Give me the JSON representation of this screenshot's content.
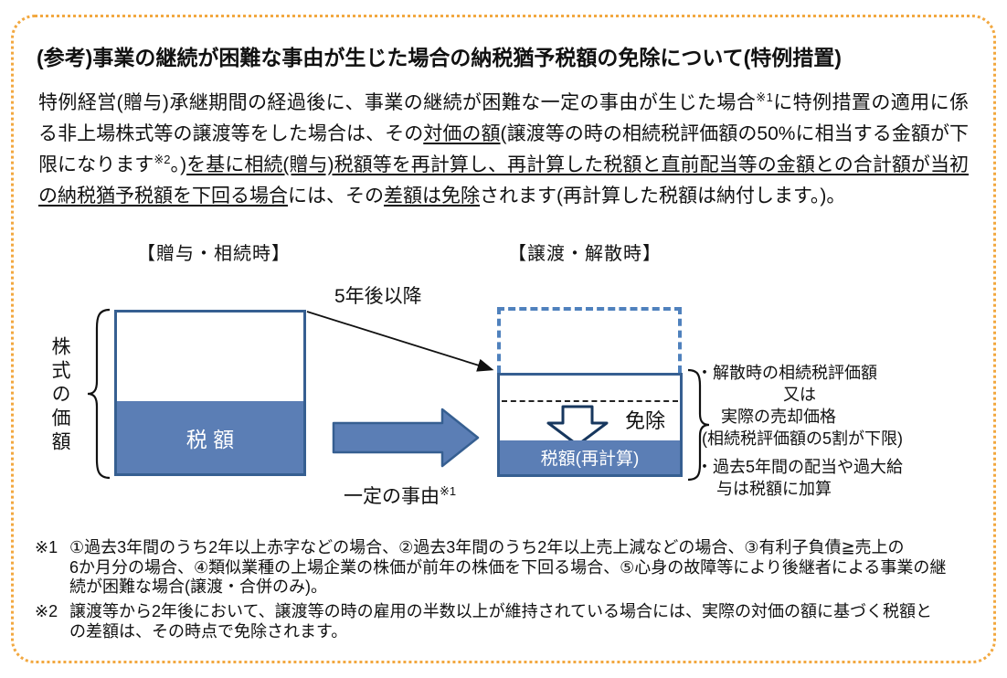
{
  "colors": {
    "accent_blue_fill": "#5B7EB5",
    "box_border_blue": "#365F91",
    "dashed_box_blue": "#4F81BD",
    "down_arrow_border": "#17375E",
    "dotted_frame_orange": "#F2A840",
    "text": "#111111"
  },
  "title": "(参考)事業の継続が困難な事由が生じた場合の納税猶予税額の免除について(特例措置)",
  "paragraph": {
    "segments": [
      " 特例経営(贈与)承継期間の経過後に、事業の継続が困難な一定の事由が生じた場合",
      "※1",
      "に特例措置の適用に係る非上場株式等の譲渡等をした場合は、その",
      "対価の額",
      "(譲渡等の時の相続税評価額の50%に相当する金額が下限になります",
      "※2",
      "。)",
      "を基に相続(贈与)税額等を再計算し、再計算した税額と直前配当等の金額との合計額が当初の納税猶予税額を下回る場合",
      "には、その",
      "差額は免除",
      "されます(再計算した税額は納付します。)。"
    ]
  },
  "diagram": {
    "left_header": "【贈与・相続時】",
    "right_header": "【譲渡・解散時】",
    "top_arrow_label": "5年後以降",
    "bottom_arrow_label": "一定の事由",
    "bottom_arrow_sup": "※1",
    "stock_value_label": "株式の価額",
    "tax_box_label": "税 額",
    "recalc_box_label": "税額(再計算)",
    "exemption_label": "免除",
    "notes": {
      "line1": "・解散時の相続税評価額",
      "line2": "又は",
      "line3": "実際の売却価格",
      "line4": "(相続税評価額の5割が下限)",
      "line5": "・過去5年間の配当や過大給",
      "line6": "与は税額に加算"
    }
  },
  "footnotes": [
    {
      "marker": "※1",
      "lines": [
        "①過去3年間のうち2年以上赤字などの場合、②過去3年間のうち2年以上売上減などの場合、③有利子負債≧売上の",
        "6か月分の場合、④類似業種の上場企業の株価が前年の株価を下回る場合、⑤心身の故障等により後継者による事業の継",
        "続が困難な場合(譲渡・合併のみ)。"
      ]
    },
    {
      "marker": "※2",
      "lines": [
        "譲渡等から2年後において、譲渡等の時の雇用の半数以上が維持されている場合には、実際の対価の額に基づく税額と",
        "の差額は、その時点で免除されます。"
      ]
    }
  ]
}
